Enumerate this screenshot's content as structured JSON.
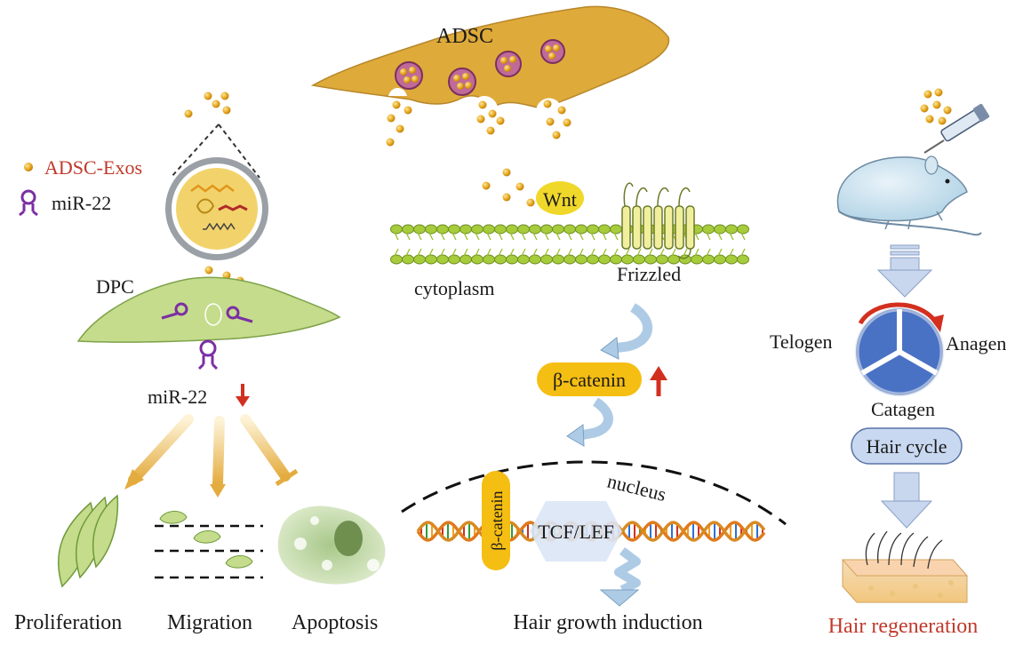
{
  "legend": {
    "exos_label": "ADSC-Exos",
    "mirna_label": "miR-22"
  },
  "left": {
    "dpc_label": "DPC",
    "mir22_label": "miR-22",
    "outcomes": [
      "Proliferation",
      "Migration",
      "Apoptosis"
    ]
  },
  "center": {
    "adsc_label": "ADSC",
    "wnt_label": "Wnt",
    "cytoplasm_label": "cytoplasm",
    "frizzled_label": "Frizzled",
    "beta_catenin_label": "β-catenin",
    "nucleus_label": "nucleus",
    "nuclear_beta_catenin_label": "β-catenin",
    "tcf_lef_label": "TCF/LEF",
    "result_label": "Hair growth induction"
  },
  "right": {
    "telogen_label": "Telogen",
    "anagen_label": "Anagen",
    "catagen_label": "Catagen",
    "hair_cycle_label": "Hair cycle",
    "result_label": "Hair regeneration"
  },
  "colors": {
    "exosome": "#e8a81c",
    "adsc_cell": "#deaa3a",
    "dpc_cell": "#c5dc8c",
    "mirna": "#7b2fa3",
    "red_arrow": "#d32f1f",
    "red_text": "#c0392b",
    "membrane": "#a6cc3c",
    "beta_catenin_box": "#f5be12",
    "wnt_bubble": "#f0d82a",
    "hair_cycle_blue": "#4a72c4",
    "hair_cycle_box": "#c8d8f0",
    "block_arrow": "#c8d6ee"
  }
}
